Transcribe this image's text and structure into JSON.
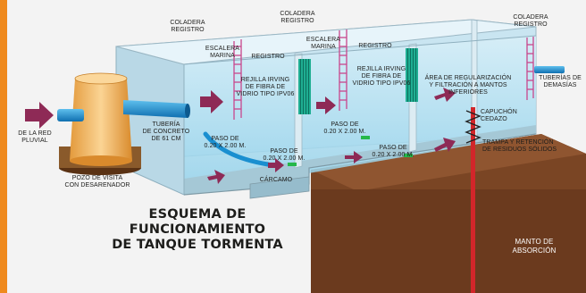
{
  "colors": {
    "page_bg": "#f3f3f3",
    "orange_stripe": "#ef8a1e",
    "water": "#a9dcef",
    "ground": "#6b3a1e",
    "arrow": "#8e2a56",
    "pipe": "#1a8fd0",
    "ladder": "#c8468c",
    "grate": "#1a9a82",
    "red_pipe": "#d2262a",
    "manhole": "#f6c372"
  },
  "title": {
    "line1": "ESQUEMA DE",
    "line2": "FUNCIONAMIENTO",
    "line3": "DE TANQUE TORMENTA"
  },
  "labels": {
    "coladera_1": [
      "COLADERA",
      "REGISTRO"
    ],
    "coladera_2": [
      "COLADERA",
      "REGISTRO"
    ],
    "coladera_3": [
      "COLADERA",
      "REGISTRO"
    ],
    "escalera_1": [
      "ESCALERA",
      "MARINA"
    ],
    "escalera_2": [
      "ESCALERA",
      "MARINA"
    ],
    "registro_1": "REGISTRO",
    "registro_2": "REGISTRO",
    "rejilla_1": [
      "REJILLA IRVING",
      "DE FIBRA DE",
      "VIDRIO TIPO IPV06"
    ],
    "rejilla_2": [
      "REJILLA IRVING",
      "DE FIBRA DE",
      "VIDRIO TIPO IPV06"
    ],
    "area_regularizacion": [
      "ÁREA DE REGULARIZACIÓN",
      "Y FILTRACIÓN A MANTOS",
      "INFERIORES"
    ],
    "tuberias_demasias": [
      "TUBERÍAS DE",
      "DEMASÍAS"
    ],
    "red_pluvial": [
      "DE LA RED",
      "PLUVIAL"
    ],
    "tuberia_concreto": [
      "TUBERÍA",
      "DE CONCRETO",
      "DE 61 CM"
    ],
    "pozo_visita": [
      "POZO DE VISITA",
      "CON DESARENADOR"
    ],
    "paso_1": [
      "PASO DE",
      "0.20 X 2.00 M."
    ],
    "paso_2": [
      "PASO DE",
      "0.20 X 2.00 M."
    ],
    "paso_3": [
      "PASO DE",
      "0.20 X 2.00 M."
    ],
    "paso_4": [
      "PASO DE",
      "0.20 X 2.00 M."
    ],
    "carcamo": "CÁRCAMO",
    "capuchon_cedazo": [
      "CAPUCHÓN",
      "CEDAZO"
    ],
    "trampa_retencion": [
      "TRAMPA Y RETENCIÓN",
      "DE RESIDUOS SÓLIDOS"
    ],
    "manto_absorcion": [
      "MANTO DE",
      "ABSORCIÓN"
    ]
  },
  "icons": {
    "inflow_arrow": "arrow-right-icon",
    "ladder": "ladder-icon",
    "grate": "grate-icon",
    "manhole": "manhole-icon",
    "drill": "absorption-drill-icon"
  }
}
